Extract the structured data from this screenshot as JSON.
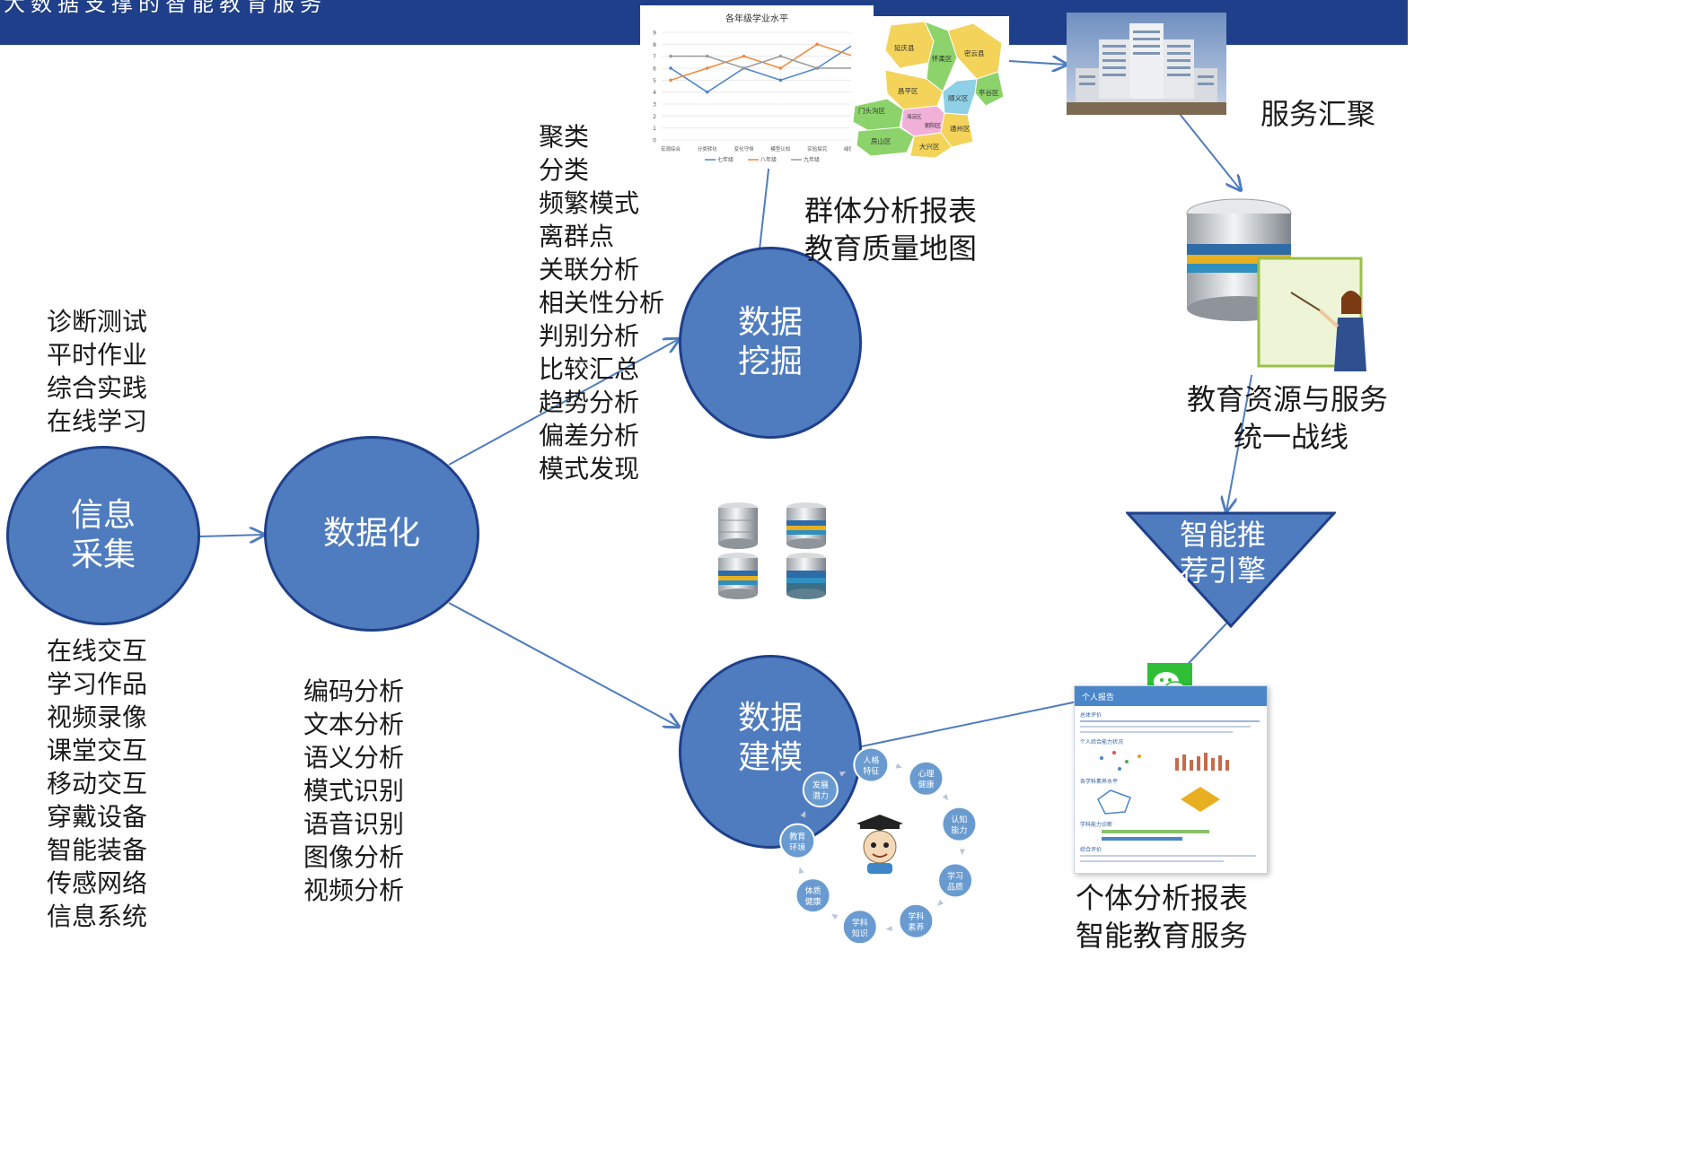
{
  "header": {
    "title": "大数据支撑的智能教育服务",
    "bar_color": "#1f3f8a"
  },
  "colors": {
    "node_fill": "#4f7cbe",
    "node_border": "#1f3f8a",
    "arrow": "#4f7cbe"
  },
  "nodes": {
    "info_collect": "信息\n采集",
    "datafy": "数据化",
    "data_mining": "数据\n挖掘",
    "data_modeling": "数据\n建模",
    "recommend_engine": "智能推\n荐引擎"
  },
  "sources_top": [
    "诊断测试",
    "平时作业",
    "综合实践",
    "在线学习"
  ],
  "sources_bottom": [
    "在线交互",
    "学习作品",
    "视频录像",
    "课堂交互",
    "移动交互",
    "穿戴设备",
    "智能装备",
    "传感网络",
    "信息系统"
  ],
  "mining_methods": [
    "聚类",
    "分类",
    "频繁模式",
    "离群点",
    "关联分析",
    "相关性分析",
    "判别分析",
    "比较汇总",
    "趋势分析",
    "偏差分析",
    "模式发现"
  ],
  "modeling_methods": [
    "编码分析",
    "文本分析",
    "语义分析",
    "模式识别",
    "语音识别",
    "图像分析",
    "视频分析"
  ],
  "captions": {
    "group_report": "群体分析报表",
    "quality_map": "教育质量地图",
    "service_hub": "服务汇聚",
    "resource_1": "教育资源与服务",
    "resource_2": "统一战线",
    "personal_report": "个体分析报表",
    "smart_service": "智能教育服务"
  },
  "line_chart": {
    "title": "各年级学业水平",
    "categories": [
      "宏观综合",
      "分类转化",
      "变化守恒",
      "模型认知",
      "实验探究",
      "绿色应用"
    ],
    "series": [
      {
        "name": "七年级",
        "color": "#4a86c8",
        "values": [
          6,
          4,
          6,
          5,
          6,
          8
        ]
      },
      {
        "name": "八年级",
        "color": "#ee8a3c",
        "values": [
          5,
          6,
          7,
          6,
          8,
          7
        ]
      },
      {
        "name": "九年级",
        "color": "#9a9a9a",
        "values": [
          7,
          7,
          6,
          7,
          6,
          6
        ]
      }
    ],
    "ylim": [
      0,
      9
    ],
    "yticks": [
      "0",
      "1",
      "2",
      "3",
      "4",
      "5",
      "6",
      "7",
      "8",
      "9"
    ]
  },
  "map": {
    "districts": [
      "延庆县",
      "怀柔区",
      "密云县",
      "昌平区",
      "平谷区",
      "顺义区",
      "门头沟区",
      "海淀区",
      "朝阳区",
      "房山区",
      "通州区",
      "大兴区"
    ]
  },
  "competencies": [
    "人格特征",
    "心理健康",
    "认知能力",
    "学习品质",
    "学科素养",
    "学科知识",
    "体质健康",
    "教育环境",
    "发展潜力"
  ],
  "report_doc": {
    "header": "个人报告",
    "lines": [
      "总体评价",
      "个人综合能力状况",
      "各学科素养水平",
      "学科能力诊断",
      "综合评价"
    ]
  }
}
